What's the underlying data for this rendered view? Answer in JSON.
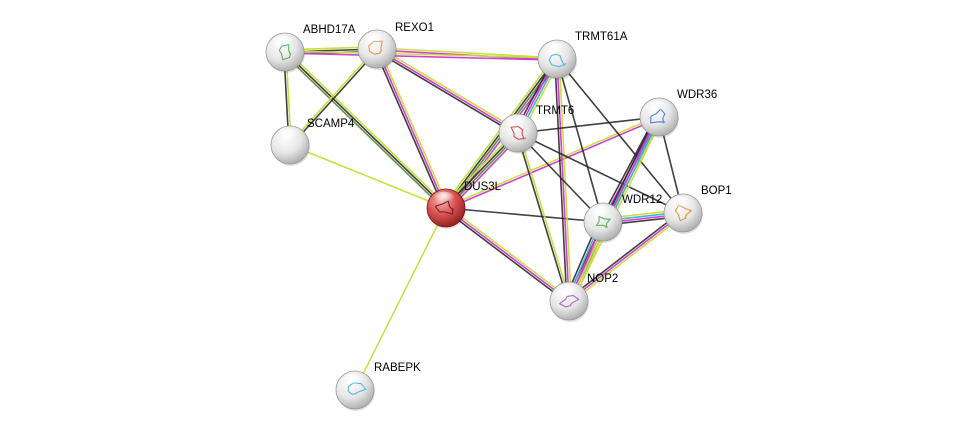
{
  "colors": {
    "neighborhood": "#5a8c3c",
    "coexpression": "#1f1f1f",
    "textmining": "#c6dd3a",
    "experiments": "#d036d0",
    "databases": "#35b3d3",
    "fusion": "#e8c43a",
    "cooccurrence": "#3d6fd6",
    "query_node": "#d03a3a",
    "neighbor_node": "#d8d8d8"
  },
  "nodes": [
    {
      "id": "DUS3L",
      "label": "DUS3L",
      "query": true
    },
    {
      "id": "ABHD17A",
      "label": "ABHD17A"
    },
    {
      "id": "REXO1",
      "label": "REXO1"
    },
    {
      "id": "SCAMP4",
      "label": "SCAMP4",
      "empty": true
    },
    {
      "id": "TRMT61A",
      "label": "TRMT61A"
    },
    {
      "id": "TRMT6",
      "label": "TRMT6"
    },
    {
      "id": "WDR36",
      "label": "WDR36"
    },
    {
      "id": "WDR12",
      "label": "WDR12"
    },
    {
      "id": "BOP1",
      "label": "BOP1"
    },
    {
      "id": "NOP2",
      "label": "NOP2"
    },
    {
      "id": "RABEPK",
      "label": "RABEPK"
    }
  ],
  "edges": [
    {
      "a": "ABHD17A",
      "b": "REXO1",
      "types": [
        "textmining",
        "coexpression",
        "neighborhood"
      ]
    },
    {
      "a": "ABHD17A",
      "b": "SCAMP4",
      "types": [
        "textmining",
        "coexpression"
      ]
    },
    {
      "a": "ABHD17A",
      "b": "DUS3L",
      "types": [
        "textmining",
        "coexpression",
        "neighborhood"
      ]
    },
    {
      "a": "REXO1",
      "b": "SCAMP4",
      "types": [
        "coexpression",
        "textmining"
      ]
    },
    {
      "a": "REXO1",
      "b": "DUS3L",
      "types": [
        "textmining",
        "experiments",
        "coexpression"
      ]
    },
    {
      "a": "REXO1",
      "b": "TRMT61A",
      "types": [
        "textmining",
        "experiments"
      ]
    },
    {
      "a": "REXO1",
      "b": "TRMT6",
      "types": [
        "textmining",
        "experiments",
        "coexpression"
      ]
    },
    {
      "a": "ABHD17A",
      "b": "TRMT61A",
      "types": [
        "textmining",
        "experiments"
      ]
    },
    {
      "a": "SCAMP4",
      "b": "DUS3L",
      "types": [
        "textmining"
      ]
    },
    {
      "a": "DUS3L",
      "b": "RABEPK",
      "types": [
        "textmining"
      ]
    },
    {
      "a": "DUS3L",
      "b": "TRMT61A",
      "types": [
        "textmining",
        "coexpression",
        "neighborhood",
        "experiments"
      ]
    },
    {
      "a": "DUS3L",
      "b": "TRMT6",
      "types": [
        "textmining",
        "coexpression",
        "neighborhood",
        "experiments"
      ]
    },
    {
      "a": "DUS3L",
      "b": "WDR36",
      "types": [
        "textmining",
        "experiments"
      ]
    },
    {
      "a": "DUS3L",
      "b": "WDR12",
      "types": [
        "coexpression"
      ]
    },
    {
      "a": "DUS3L",
      "b": "NOP2",
      "types": [
        "textmining",
        "experiments",
        "coexpression"
      ]
    },
    {
      "a": "TRMT61A",
      "b": "TRMT6",
      "types": [
        "textmining",
        "databases",
        "experiments",
        "coexpression"
      ]
    },
    {
      "a": "TRMT61A",
      "b": "WDR12",
      "types": [
        "coexpression"
      ]
    },
    {
      "a": "TRMT61A",
      "b": "BOP1",
      "types": [
        "coexpression"
      ]
    },
    {
      "a": "TRMT61A",
      "b": "NOP2",
      "types": [
        "textmining",
        "experiments",
        "coexpression"
      ]
    },
    {
      "a": "TRMT6",
      "b": "WDR36",
      "types": [
        "coexpression"
      ]
    },
    {
      "a": "TRMT6",
      "b": "WDR12",
      "types": [
        "coexpression"
      ]
    },
    {
      "a": "TRMT6",
      "b": "BOP1",
      "types": [
        "coexpression"
      ]
    },
    {
      "a": "TRMT6",
      "b": "NOP2",
      "types": [
        "textmining",
        "coexpression"
      ]
    },
    {
      "a": "WDR36",
      "b": "WDR12",
      "types": [
        "textmining",
        "databases",
        "experiments",
        "coexpression"
      ]
    },
    {
      "a": "WDR36",
      "b": "BOP1",
      "types": [
        "coexpression"
      ]
    },
    {
      "a": "WDR36",
      "b": "NOP2",
      "types": [
        "textmining",
        "databases",
        "experiments",
        "coexpression"
      ]
    },
    {
      "a": "WDR12",
      "b": "BOP1",
      "types": [
        "textmining",
        "databases",
        "experiments",
        "coexpression"
      ]
    },
    {
      "a": "WDR12",
      "b": "NOP2",
      "types": [
        "textmining",
        "fusion",
        "experiments",
        "databases",
        "coexpression"
      ]
    },
    {
      "a": "BOP1",
      "b": "NOP2",
      "types": [
        "textmining",
        "experiments",
        "coexpression"
      ]
    }
  ]
}
